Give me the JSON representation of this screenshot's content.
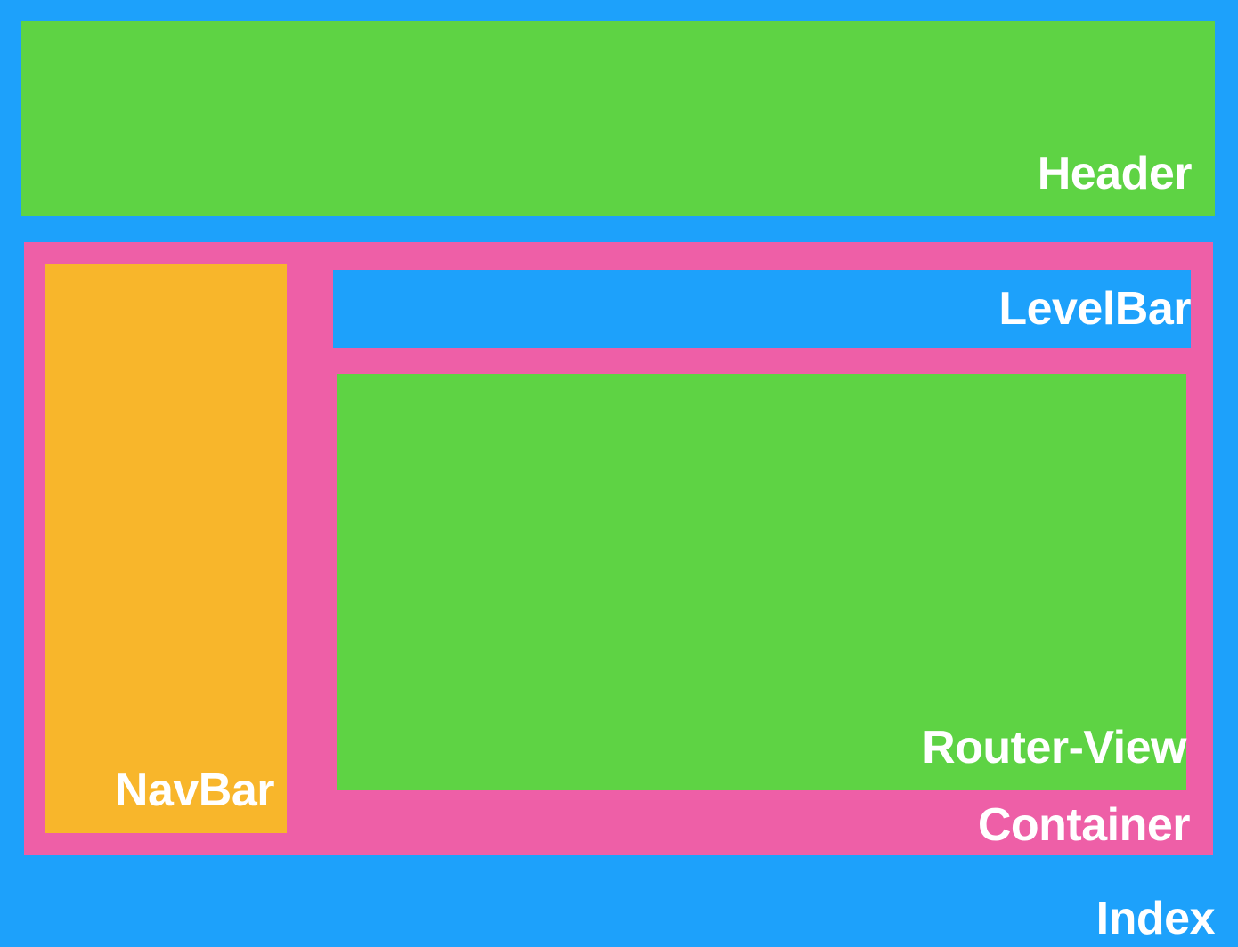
{
  "page": {
    "title": "Index",
    "background_color": "#1DA1FB"
  },
  "regions": {
    "index": {
      "label": "Index",
      "color": "#1DA1FB",
      "label_color": "#FFFFFF"
    },
    "header": {
      "label": "Header",
      "color": "#5ED344",
      "label_color": "#FFFFFF"
    },
    "container": {
      "label": "Container",
      "color": "#EE5FA7",
      "label_color": "#FFFFFF"
    },
    "navbar": {
      "label": "NavBar",
      "color": "#F8B62B",
      "label_color": "#FFFFFF"
    },
    "levelbar": {
      "label": "LevelBar",
      "color": "#1DA1FB",
      "label_color": "#FFFFFF"
    },
    "routerview": {
      "label": "Router-View",
      "color": "#5ED344",
      "label_color": "#FFFFFF"
    }
  }
}
